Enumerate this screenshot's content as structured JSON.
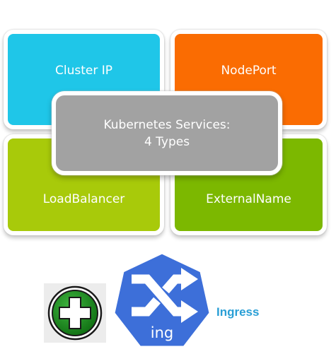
{
  "colors": {
    "cluster_ip": "#1fc6e8",
    "nodeport": "#fa6c02",
    "loadbalancer": "#a8ca0a",
    "externalname": "#7cb800",
    "center": "#a2a2a2",
    "plus_green": "#1b8a1b",
    "ingress_blue": "#3d6fd9",
    "ingress_label": "#2a9fd6"
  },
  "tiles": {
    "cluster_ip": "Cluster IP",
    "nodeport": "NodePort",
    "loadbalancer": "LoadBalancer",
    "externalname": "ExternalName"
  },
  "center": {
    "line1": "Kubernetes Services:",
    "line2": "4 Types"
  },
  "icons": {
    "plus": "plus-icon",
    "ingress": "ingress-icon"
  },
  "ingress": {
    "abbr": "ing",
    "label": "Ingress"
  }
}
